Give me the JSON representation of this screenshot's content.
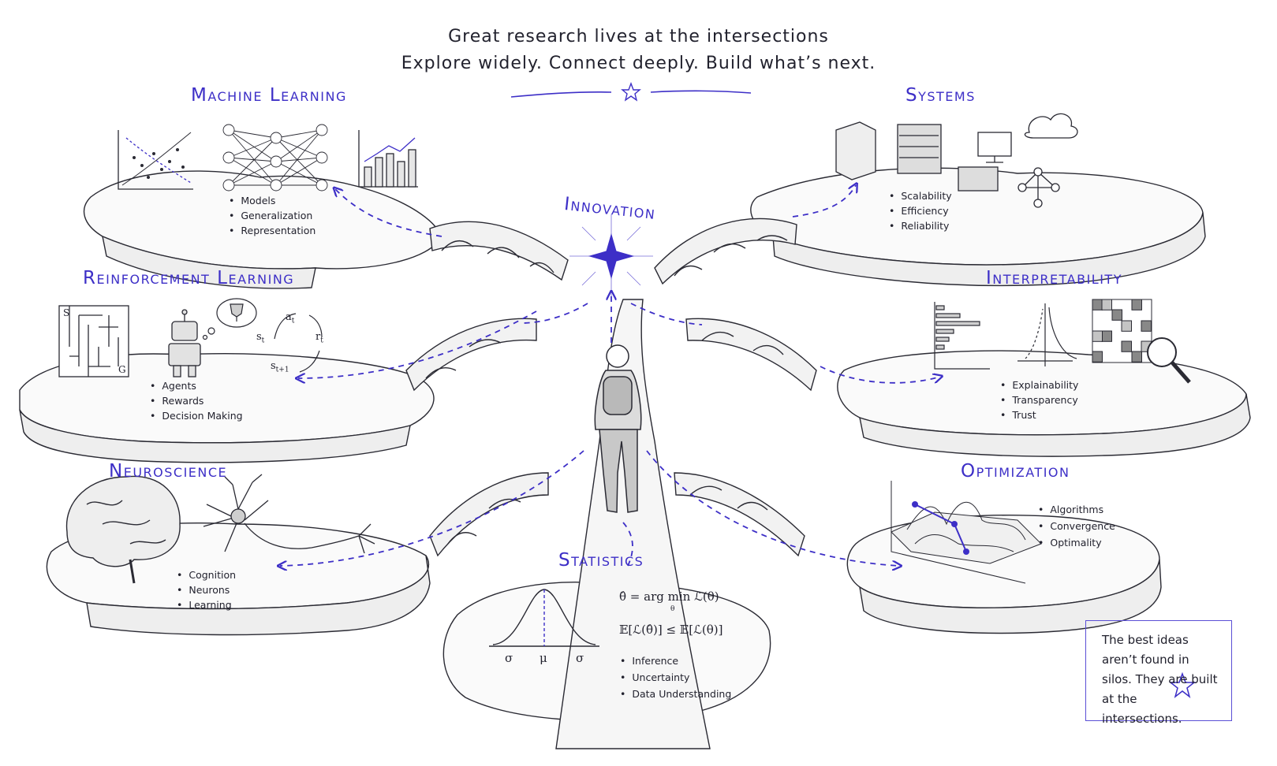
{
  "header": {
    "line1": "Great research lives at the intersections",
    "line2": "Explore widely. Connect deeply. Build what’s next."
  },
  "center": {
    "innovation_label": "Innovation"
  },
  "domains": {
    "machine_learning": {
      "title": "Machine Learning",
      "bullets": [
        "Models",
        "Generalization",
        "Representation"
      ]
    },
    "systems": {
      "title": "Systems",
      "bullets": [
        "Scalability",
        "Efficiency",
        "Reliability"
      ]
    },
    "reinforcement_learning": {
      "title": "Reinforcement Learning",
      "bullets": [
        "Agents",
        "Rewards",
        "Decision Making"
      ],
      "maze_start": "S",
      "maze_goal": "G",
      "loop_labels": [
        "a",
        "t",
        "s",
        "t",
        "r",
        "t",
        "s",
        "t+1"
      ]
    },
    "interpretability": {
      "title": "Interpretability",
      "bullets": [
        "Explainability",
        "Transparency",
        "Trust"
      ]
    },
    "neuroscience": {
      "title": "Neuroscience",
      "bullets": [
        "Cognition",
        "Neurons",
        "Learning"
      ]
    },
    "optimization": {
      "title": "Optimization",
      "bullets": [
        "Algorithms",
        "Convergence",
        "Optimality"
      ]
    },
    "statistics": {
      "title": "Statistics",
      "bullets": [
        "Inference",
        "Uncertainty",
        "Data Understanding"
      ],
      "formula1": "θ̂ = arg min ℒ(θ)",
      "formula1_sub": "θ",
      "formula2": "𝔼[ℒ(θ̂)] ≤ 𝔼[ℒ(θ)]",
      "axis_left": "σ",
      "axis_mid": "μ",
      "axis_right": "σ"
    }
  },
  "quote": {
    "text": "The best ideas aren’t found in silos. They are built at the intersections."
  },
  "colors": {
    "accent": "#3d2fc7",
    "ink": "#22222e",
    "line": "#5b4fd6"
  }
}
